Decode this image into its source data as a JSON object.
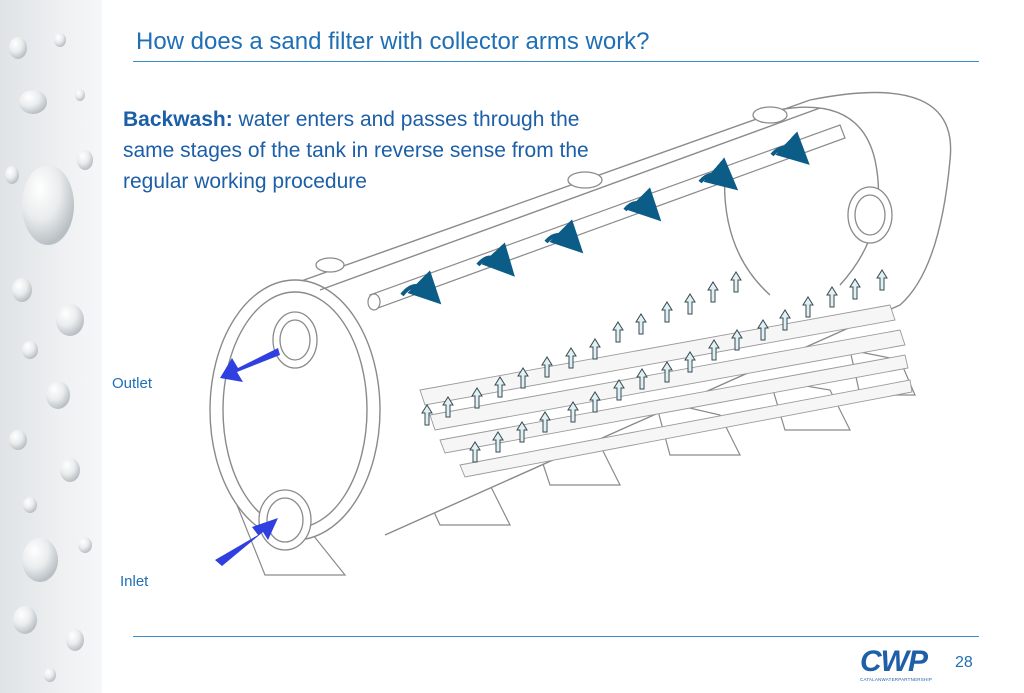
{
  "slide": {
    "title": "How does a sand filter with collector arms work?",
    "page_number": "28"
  },
  "description": {
    "bold_lead": "Backwash:",
    "text": " water enters and passes through the same stages of the tank in reverse sense from the regular working procedure"
  },
  "labels": {
    "outlet": "Outlet",
    "inlet": "Inlet"
  },
  "logo": {
    "mark": "CWP",
    "subtitle": "CATALANWATERPARTNERSHIP"
  },
  "colors": {
    "title": "#1f6fb5",
    "rule": "#3a8fc8",
    "flow_arrow": "#2f3fe0",
    "curved_arrow": "#0b5c86",
    "upward_arrow_fill": "#dff1f5",
    "tank_outline": "#8a8a8a"
  }
}
